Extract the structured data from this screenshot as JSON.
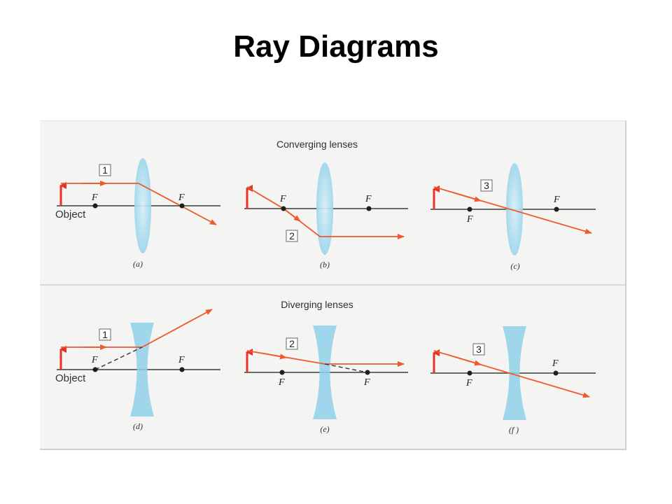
{
  "title": "Ray Diagrams",
  "sections": {
    "converging": "Converging lenses",
    "diverging": "Diverging lenses"
  },
  "labels": {
    "focal": "F",
    "object": "Object"
  },
  "panels": [
    {
      "caption": "(a)",
      "ray": "1"
    },
    {
      "caption": "(b)",
      "ray": "2"
    },
    {
      "caption": "(c)",
      "ray": "3"
    },
    {
      "caption": "(d)",
      "ray": "1"
    },
    {
      "caption": "(e)",
      "ray": "2"
    },
    {
      "caption": "(f )",
      "ray": "3"
    }
  ],
  "colors": {
    "ray": "#ee5a2c",
    "object_arrow": "#e8312a",
    "lens": "#8fd0ea",
    "axis": "#3a3f38",
    "panel_bg": "#f4f5f3"
  }
}
